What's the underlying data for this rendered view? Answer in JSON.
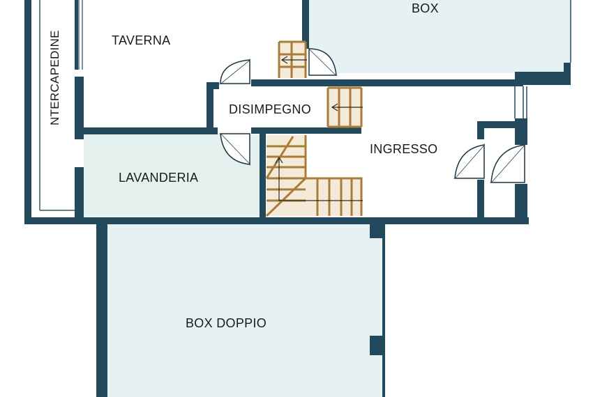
{
  "rooms": {
    "box": "BOX",
    "taverna": "TAVERNA",
    "intercapedine": "NTERCAPEDINE",
    "disimpegno": "DISIMPEGNO",
    "ingresso": "INGRESSO",
    "lavanderia": "LAVANDERIA",
    "box_doppio": "BOX DOPPIO"
  },
  "colors": {
    "wall": "#234a5c",
    "box_fill": "#e6f1f3",
    "lavanderia_fill": "#e3f0ee",
    "stair_wood": "#a87d3a"
  }
}
